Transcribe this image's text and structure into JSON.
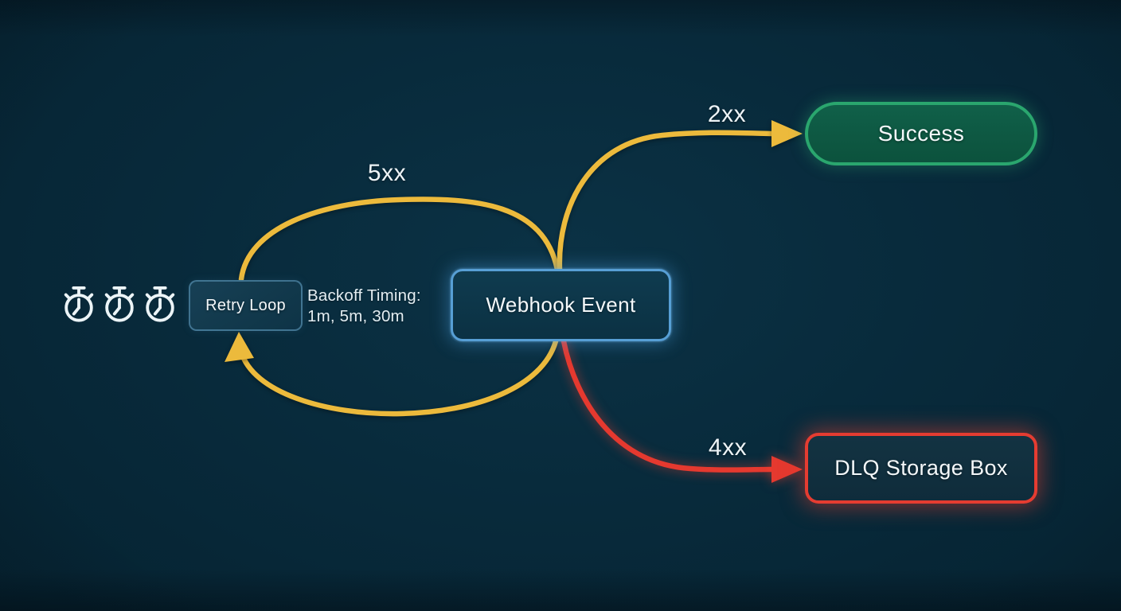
{
  "diagram": {
    "background_color": "#082a3b",
    "nodes": {
      "webhook": {
        "label": "Webhook Event",
        "border_color": "#579fd5",
        "fill_color": "#0c3445"
      },
      "success": {
        "label": "Success",
        "border_color": "#2aa66e",
        "fill_color": "#0e5a44"
      },
      "dlq": {
        "label": "DLQ Storage Box",
        "border_color": "#e53c31",
        "fill_color": "#113041"
      },
      "retry": {
        "label": "Retry Loop",
        "border_color": "#4f87a6",
        "fill_color": "#0b3041"
      }
    },
    "edges": {
      "to_success": {
        "label": "2xx",
        "color": "#ecba3c",
        "from": "webhook",
        "to": "success"
      },
      "to_retry": {
        "label": "5xx",
        "color": "#ecba3c",
        "from": "webhook",
        "to": "retry"
      },
      "retry_return": {
        "color": "#ecba3c",
        "from": "webhook",
        "to": "retry"
      },
      "to_dlq": {
        "label": "4xx",
        "color": "#e5392f",
        "from": "webhook",
        "to": "dlq"
      }
    },
    "annotations": {
      "backoff_line1": "Backoff Timing:",
      "backoff_line2": "1m, 5m, 30m"
    },
    "icons": {
      "timer_icon": "stopwatch-icon",
      "timer_count": 3,
      "color": "#ecf4f7"
    }
  }
}
